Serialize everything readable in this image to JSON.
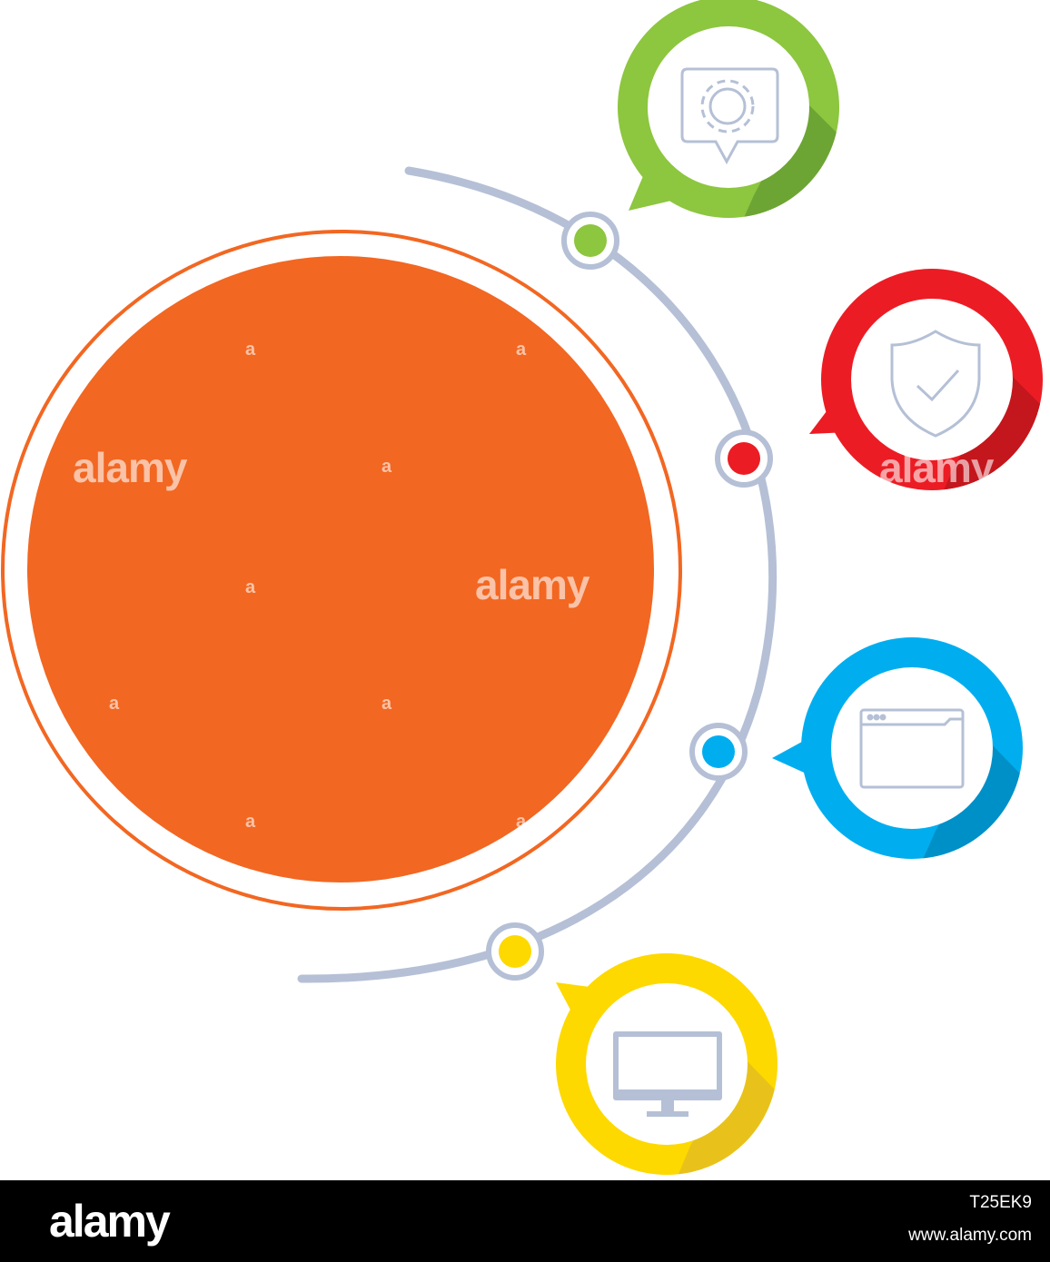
{
  "colors": {
    "main_circle": "#f26722",
    "track": "#b5c0d6",
    "icon_stroke": "#b5c0d6",
    "green": "#8dc63f",
    "red": "#ec1c24",
    "blue": "#00aeef",
    "yellow": "#fdd900"
  },
  "nodes": [
    {
      "id": "settings",
      "color": "#8dc63f",
      "icon": "gear-speech-icon"
    },
    {
      "id": "security",
      "color": "#ec1c24",
      "icon": "shield-check-icon"
    },
    {
      "id": "folder",
      "color": "#00aeef",
      "icon": "folder-window-icon"
    },
    {
      "id": "monitor",
      "color": "#fdd900",
      "icon": "monitor-icon"
    }
  ],
  "watermark": {
    "big_text": "alamy",
    "small_text": "a"
  },
  "footer": {
    "logo": "alamy",
    "image_id": "T25EK9",
    "url": "www.alamy.com"
  }
}
